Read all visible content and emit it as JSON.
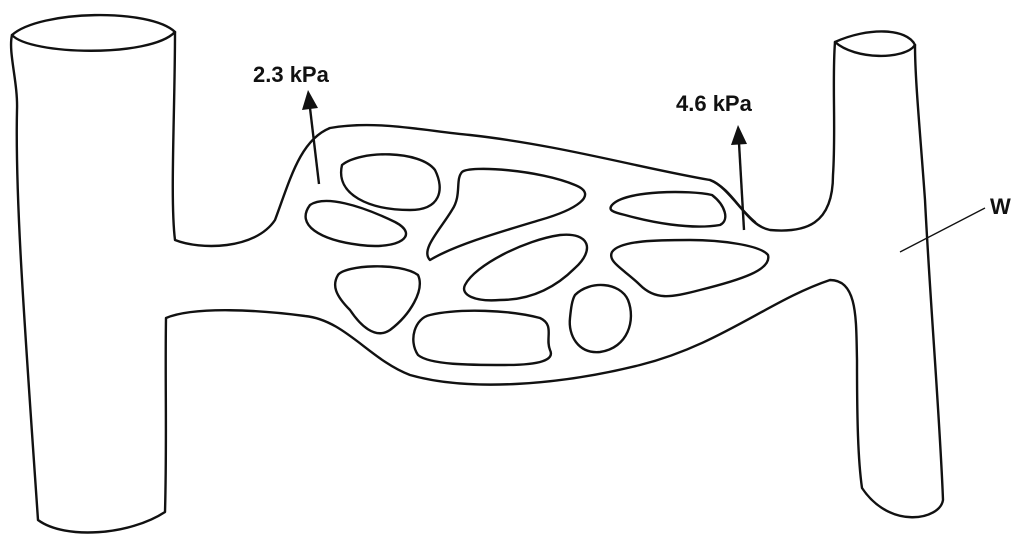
{
  "labels": {
    "left_pressure": "2.3 kPa",
    "right_pressure": "4.6 kPa",
    "vessel_label": "W"
  },
  "colors": {
    "stroke": "#111111",
    "background": "#ffffff"
  }
}
